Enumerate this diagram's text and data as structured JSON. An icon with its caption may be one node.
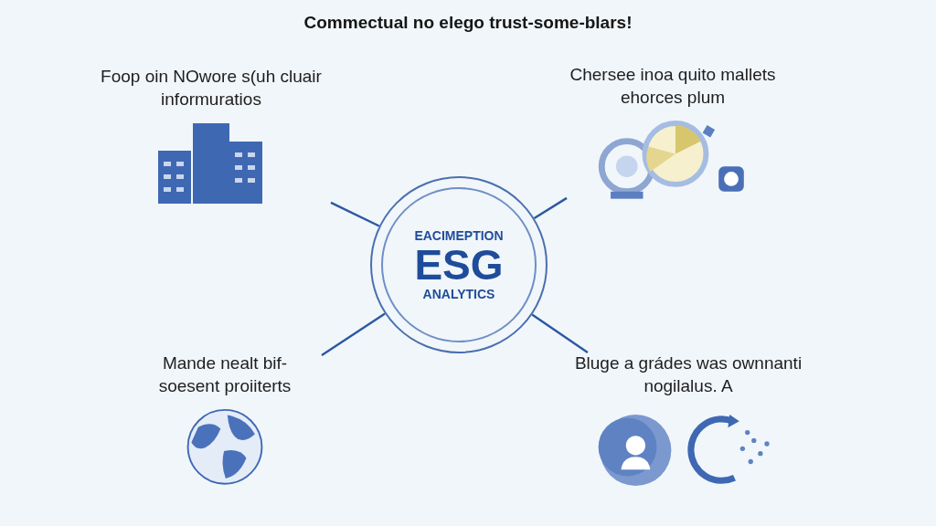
{
  "diagram": {
    "title": "Commectual no elego trust-some-blars!",
    "nodes": [
      {
        "text": [
          "Foop oin NOwore s(uh cluair informuratios"
        ]
      },
      {
        "text": [
          "Chersee inoa quito mallets ehorces plum"
        ]
      },
      {
        "text": [
          "EACIMEPTION",
          "ESG",
          "ANALYTICS"
        ]
      },
      {
        "text": [
          "Mande nealt bif- soesent proiiterts"
        ]
      },
      {
        "text": [
          "Bluge a grádes was ownnanti nogilalus. A"
        ]
      }
    ],
    "edges": [
      {
        "from": 2,
        "to": 0,
        "arrow": "none"
      },
      {
        "from": 2,
        "to": 1,
        "arrow": "none"
      },
      {
        "from": 2,
        "to": 3,
        "arrow": "none"
      },
      {
        "from": 2,
        "to": 4,
        "arrow": "none"
      }
    ]
  }
}
